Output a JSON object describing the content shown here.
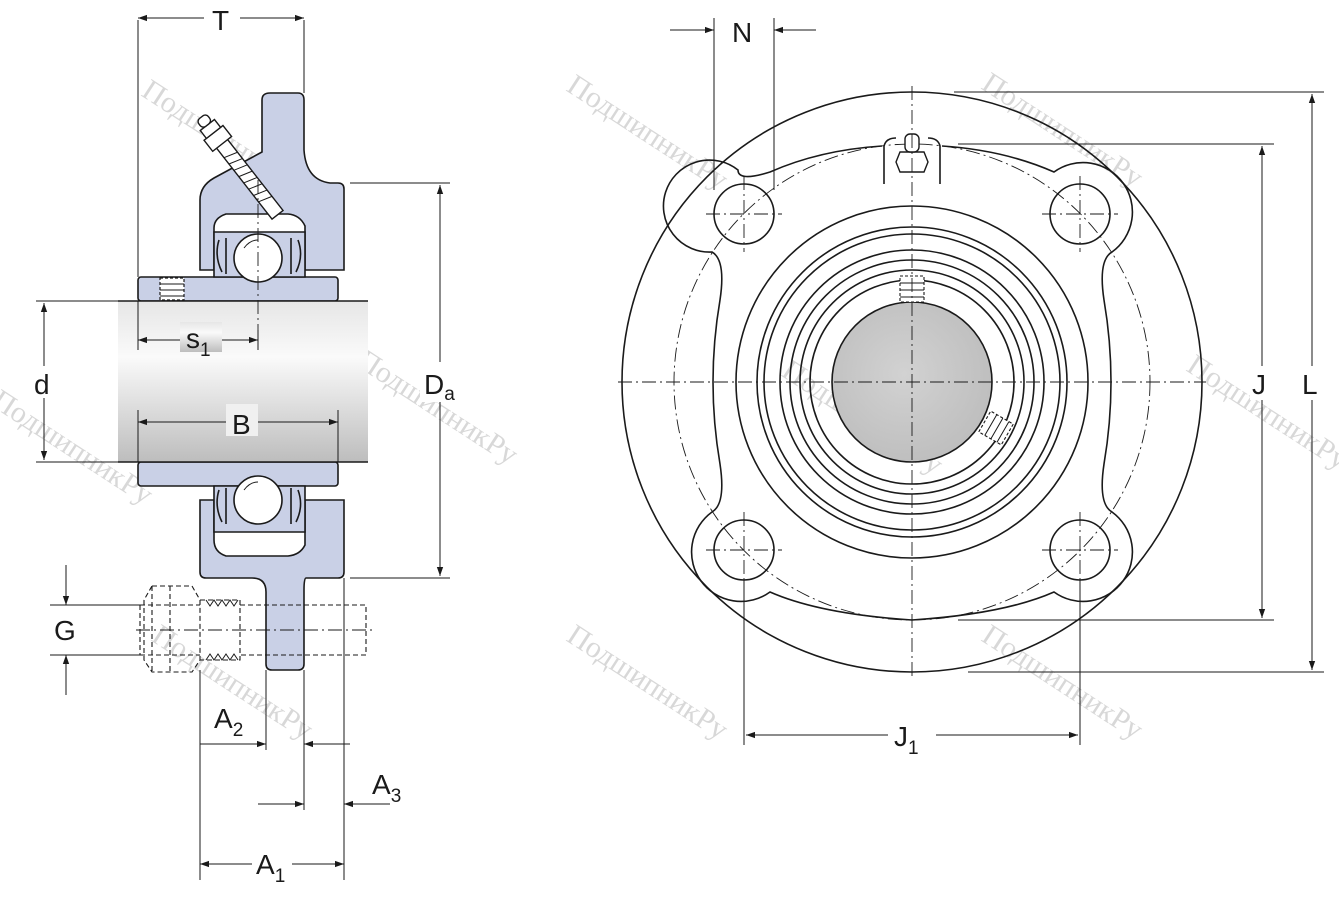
{
  "watermark": "ПодшипникРу",
  "colors": {
    "part_fill": "#c9d0e6",
    "line": "#1a1a1a",
    "shaft_fill": "#d4d4d4",
    "bore_fill": "#c8c8c8"
  },
  "labels": {
    "T": "T",
    "s1": {
      "main": "s",
      "sub": "1"
    },
    "d": "d",
    "Da": {
      "main": "D",
      "sub": "a"
    },
    "B": "B",
    "G": "G",
    "A1": {
      "main": "A",
      "sub": "1"
    },
    "A2": {
      "main": "A",
      "sub": "2"
    },
    "A3": {
      "main": "A",
      "sub": "3"
    },
    "N": "N",
    "J": "J",
    "L": "L",
    "J1": {
      "main": "J",
      "sub": "1"
    }
  }
}
